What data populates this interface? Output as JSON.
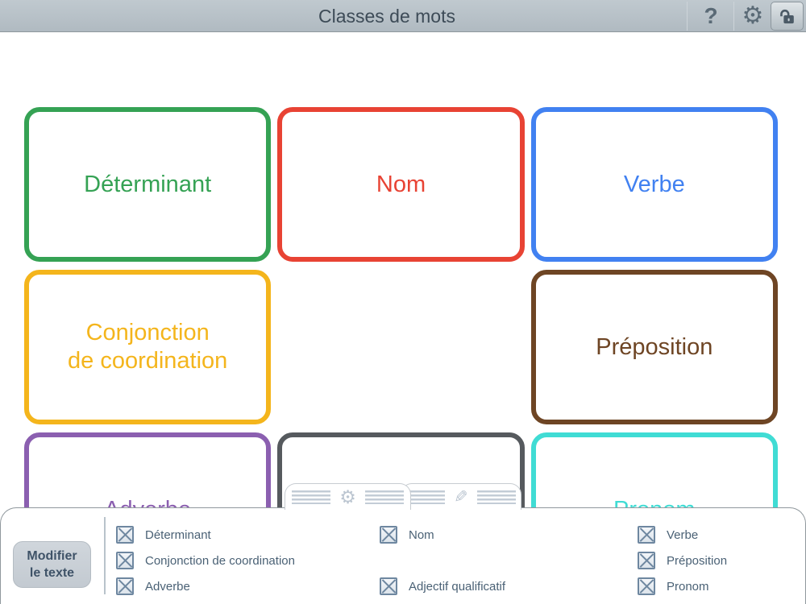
{
  "titlebar": {
    "title": "Classes de mots",
    "help_glyph": "?",
    "gear_glyph": "⚙",
    "lock_state": "unlocked",
    "bg_color": "#b7c1c7",
    "icon_color": "#5a6a76"
  },
  "cards": [
    {
      "name": "determinant",
      "line1": "Déterminant",
      "line2": "",
      "color": "#35a254"
    },
    {
      "name": "nom",
      "line1": "Nom",
      "line2": "",
      "color": "#e84334"
    },
    {
      "name": "verbe",
      "line1": "Verbe",
      "line2": "",
      "color": "#4181f1"
    },
    {
      "name": "conjonction-de-coordination",
      "line1": "Conjonction",
      "line2": "de coordination",
      "color": "#f4b51c"
    },
    {
      "name": "preposition",
      "line1": "Préposition",
      "line2": "",
      "color": "#6e4524"
    },
    {
      "name": "adverbe",
      "line1": "Adverbe",
      "line2": "",
      "color": "#8b5fb0"
    },
    {
      "name": "unlabeled",
      "line1": "",
      "line2": "",
      "color": "#565a5e"
    },
    {
      "name": "pronom",
      "line1": "Pronom",
      "line2": "",
      "color": "#40dcd4"
    }
  ],
  "tabs": [
    {
      "name": "settings",
      "icon": "gear-icon",
      "glyph": "⚙"
    },
    {
      "name": "edit",
      "icon": "pencil-icon",
      "glyph": "✎"
    }
  ],
  "panel": {
    "modify_button": {
      "line1": "Modifier",
      "line2": "le texte"
    },
    "checkbox_color": "#6e87a0",
    "label_color": "#4a6175",
    "columns": [
      {
        "items": [
          {
            "label": "Déterminant",
            "checked": true
          },
          {
            "label": "Conjonction de coordination",
            "checked": true
          },
          {
            "label": "Adverbe",
            "checked": true
          }
        ]
      },
      {
        "items": [
          {
            "label": "Nom",
            "checked": true
          },
          {
            "label": "Adjectif qualificatif",
            "checked": true
          }
        ]
      },
      {
        "items": [
          {
            "label": "Verbe",
            "checked": true
          },
          {
            "label": "Préposition",
            "checked": true
          },
          {
            "label": "Pronom",
            "checked": true
          }
        ]
      }
    ]
  }
}
